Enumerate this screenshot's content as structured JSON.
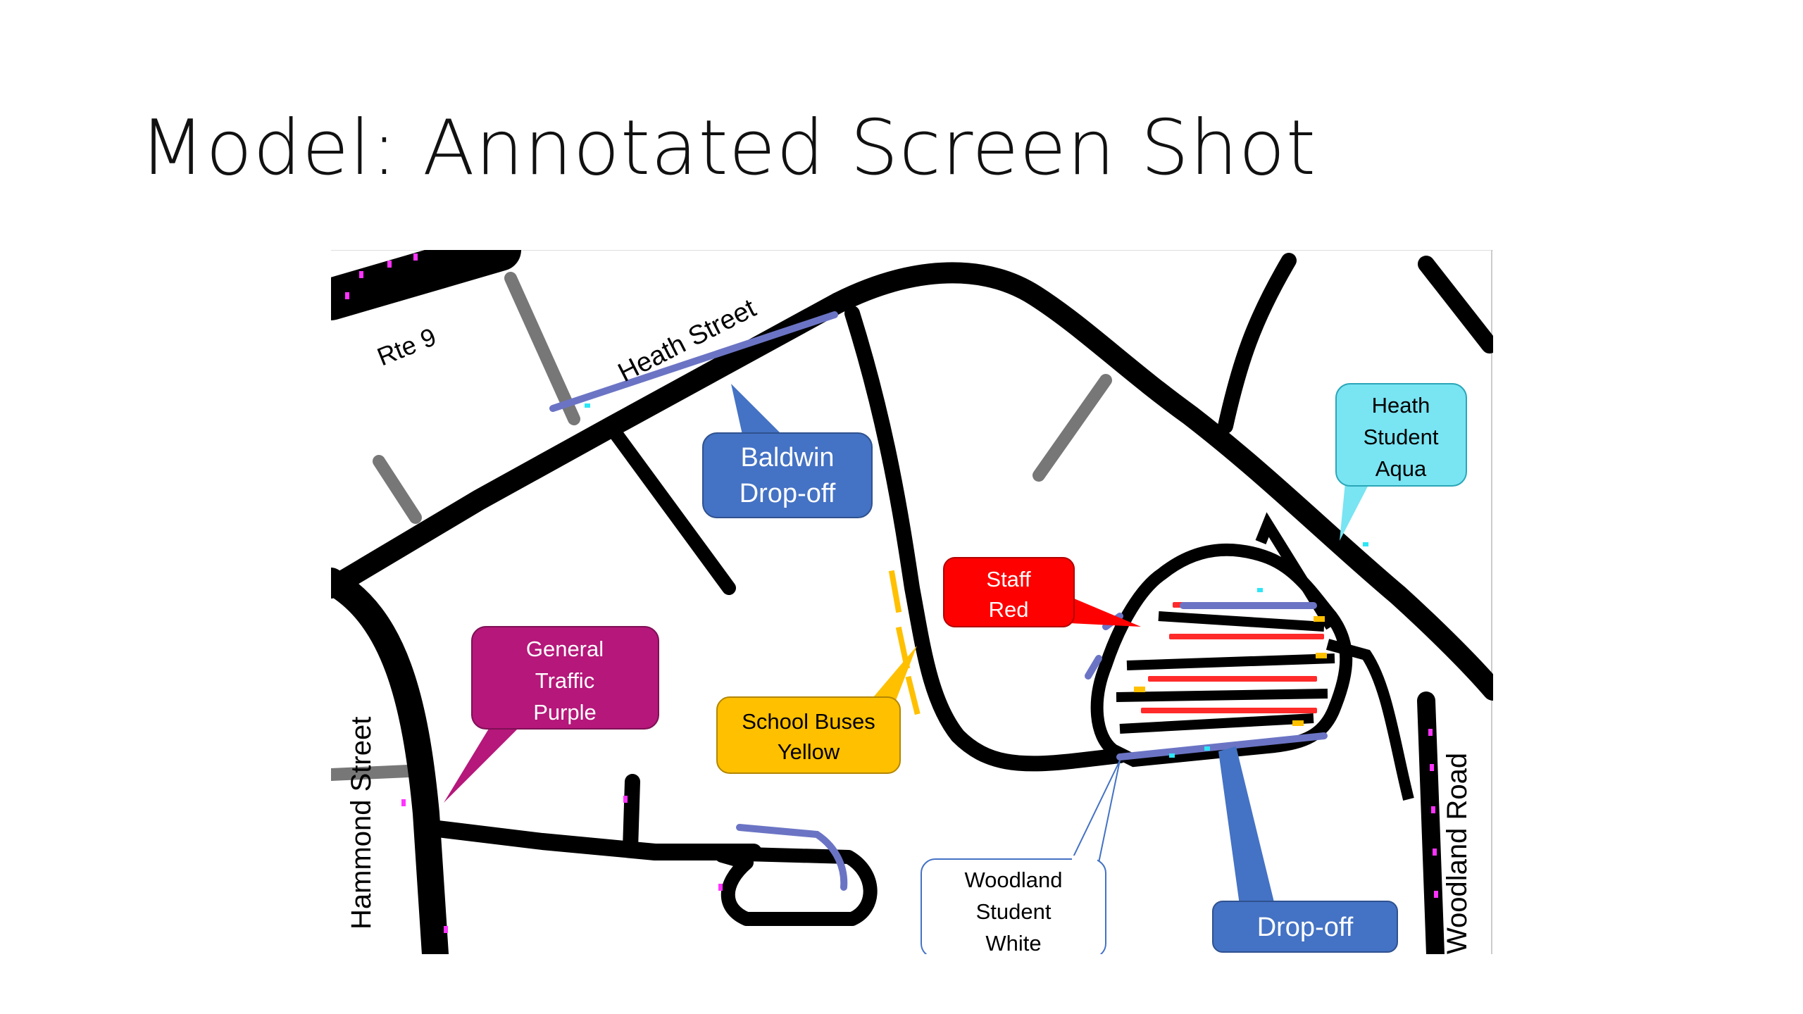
{
  "slide": {
    "title": "Model: Annotated Screen Shot"
  },
  "streets": {
    "rte9": "Rte 9",
    "heath": "Heath Street",
    "hammond": "Hammond Street",
    "woodland": "Woodland Road"
  },
  "callouts": {
    "baldwin": {
      "line1": "Baldwin",
      "line2": "Drop-off",
      "color": "#4472c4"
    },
    "general_traffic": {
      "line1": "General",
      "line2": "Traffic",
      "line3": "Purple",
      "color": "#b5177a"
    },
    "school_buses": {
      "line1": "School Buses",
      "line2": "Yellow",
      "color": "#ffc000"
    },
    "staff": {
      "line1": "Staff",
      "line2": "Red",
      "color": "#ff0000"
    },
    "heath_student": {
      "line1": "Heath",
      "line2": "Student",
      "line3": "Aqua",
      "color": "#79e4f2"
    },
    "woodland_student": {
      "line1": "Woodland",
      "line2": "Student",
      "line3": "White",
      "color": "#ffffff"
    },
    "dropoff": {
      "line1": "Drop-off",
      "color": "#4472c4"
    }
  },
  "colors": {
    "road": "#000000",
    "minor_road": "#777777",
    "lane_marking": "#ffffff",
    "dropoff_lane": "#6b74c4"
  }
}
